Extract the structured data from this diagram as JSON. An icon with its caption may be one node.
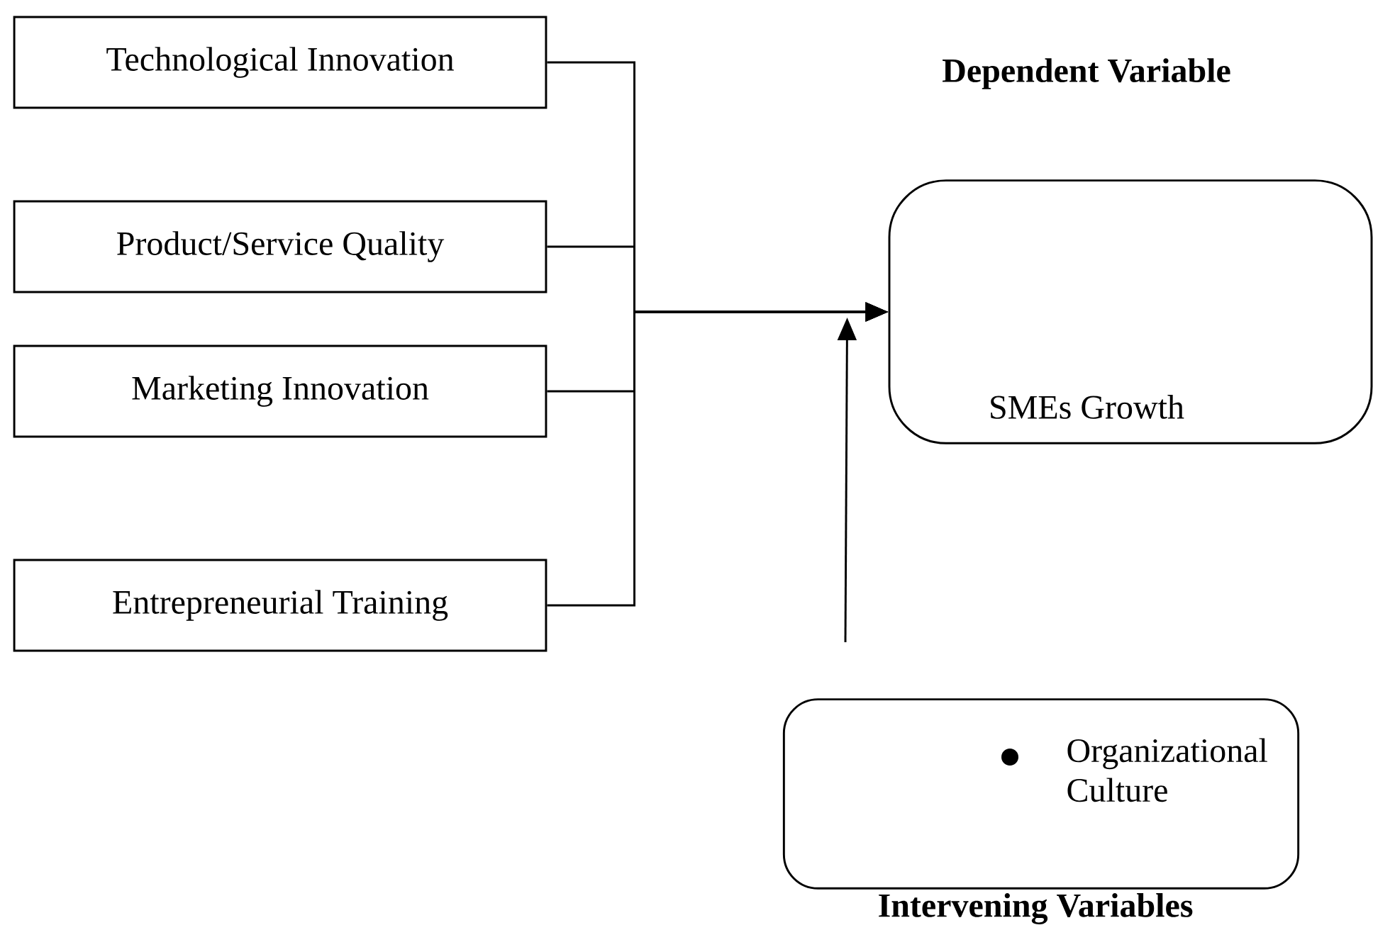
{
  "diagram": {
    "nodes": [
      {
        "text": [
          "Technological Innovation"
        ]
      },
      {
        "text": [
          "Product/Service Quality"
        ]
      },
      {
        "text": [
          "Marketing Innovation"
        ]
      },
      {
        "text": [
          "Entrepreneurial Training"
        ]
      },
      {
        "text": [
          "Dependent Variable",
          "SMEs Growth"
        ]
      },
      {
        "text": [
          "Organizational Culture",
          "Intervening Variables"
        ]
      }
    ],
    "edges": [
      {
        "from": 0,
        "to": 4,
        "arrow": "to"
      },
      {
        "from": 1,
        "to": 4,
        "arrow": "to"
      },
      {
        "from": 2,
        "to": 4,
        "arrow": "to"
      },
      {
        "from": 3,
        "to": 4,
        "arrow": "to"
      },
      {
        "from": null,
        "to": 4,
        "arrow": "to"
      }
    ]
  }
}
